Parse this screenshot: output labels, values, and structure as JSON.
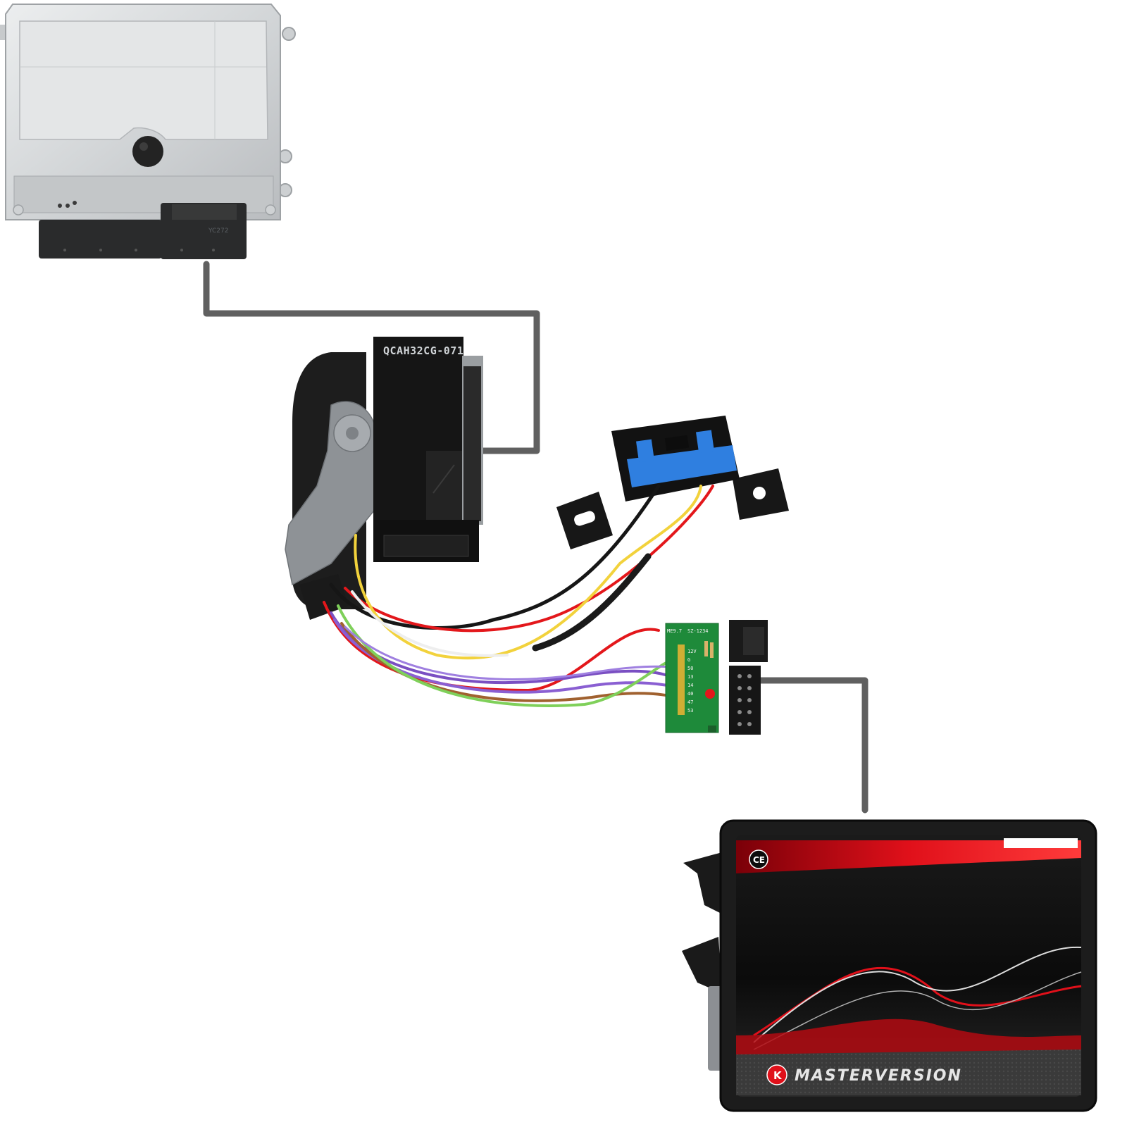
{
  "diagram": {
    "ecu": {
      "part_label": "YC272"
    },
    "ecu_plug": {
      "part_label": "QCAH32CG-071"
    },
    "adapter_board": {
      "label_left": "ME9.7",
      "label_right": "SZ-1234",
      "pin_labels": [
        "12V",
        "G",
        "50",
        "13",
        "14",
        "40",
        "47",
        "53"
      ]
    },
    "programmer": {
      "brand": "MASTERVERSION",
      "logo_letter": "K",
      "ce_mark": "CE"
    },
    "colors": {
      "connector_line": "#606060",
      "ecu_body": "#d6d9db",
      "connector_body": "#1c1c1c",
      "obd_blue": "#2f7fe0",
      "pcb_green": "#1e8a3a",
      "programmer_red": "#e0101a",
      "wire_red": "#e3171b",
      "wire_yellow": "#f2d23c",
      "wire_purple": "#7a4fc2",
      "wire_green": "#7fd05a",
      "wire_brown": "#a0612f",
      "wire_black": "#161616"
    }
  }
}
